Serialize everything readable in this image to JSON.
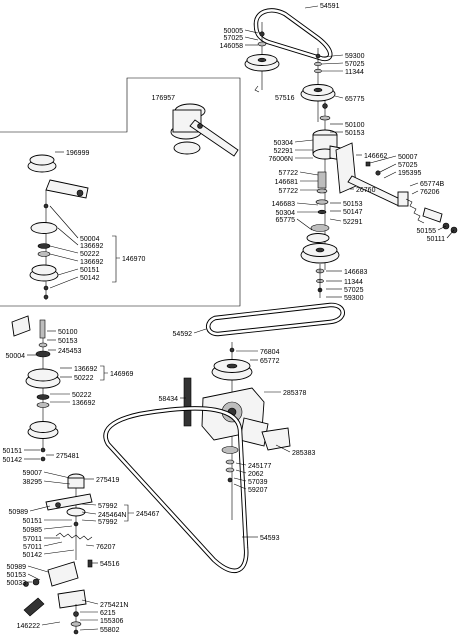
{
  "callouts": [
    {
      "id": "c01",
      "text": "54591"
    },
    {
      "id": "c02",
      "text": "50005"
    },
    {
      "id": "c03",
      "text": "57025"
    },
    {
      "id": "c04",
      "text": "146058"
    },
    {
      "id": "c05",
      "text": "59300"
    },
    {
      "id": "c06",
      "text": "57025"
    },
    {
      "id": "c07",
      "text": "11344"
    },
    {
      "id": "c08",
      "text": "57516"
    },
    {
      "id": "c09",
      "text": "65775"
    },
    {
      "id": "c10",
      "text": "176957"
    },
    {
      "id": "c11",
      "text": "50100"
    },
    {
      "id": "c12",
      "text": "50153"
    },
    {
      "id": "c13",
      "text": "50304"
    },
    {
      "id": "c14",
      "text": "52291"
    },
    {
      "id": "c15",
      "text": "76006N"
    },
    {
      "id": "c16",
      "text": "196999"
    },
    {
      "id": "c17",
      "text": "146662"
    },
    {
      "id": "c18",
      "text": "50007"
    },
    {
      "id": "c19",
      "text": "57025"
    },
    {
      "id": "c20",
      "text": "195395"
    },
    {
      "id": "c21",
      "text": "57722"
    },
    {
      "id": "c22",
      "text": "146681"
    },
    {
      "id": "c23",
      "text": "57722"
    },
    {
      "id": "c24",
      "text": "26760"
    },
    {
      "id": "c25",
      "text": "65774B"
    },
    {
      "id": "c26",
      "text": "76206"
    },
    {
      "id": "c27",
      "text": "146683"
    },
    {
      "id": "c28",
      "text": "50304"
    },
    {
      "id": "c29",
      "text": "65775"
    },
    {
      "id": "c30",
      "text": "50153"
    },
    {
      "id": "c31",
      "text": "50147"
    },
    {
      "id": "c32",
      "text": "52291"
    },
    {
      "id": "c33",
      "text": "50155"
    },
    {
      "id": "c34",
      "text": "50111"
    },
    {
      "id": "c35",
      "text": "50004"
    },
    {
      "id": "c36",
      "text": "136692"
    },
    {
      "id": "c37",
      "text": "50222"
    },
    {
      "id": "c38",
      "text": "136692"
    },
    {
      "id": "c39",
      "text": "50151"
    },
    {
      "id": "c40",
      "text": "50142"
    },
    {
      "id": "c41",
      "text": "146970"
    },
    {
      "id": "c42",
      "text": "146683"
    },
    {
      "id": "c43",
      "text": "11344"
    },
    {
      "id": "c44",
      "text": "57025"
    },
    {
      "id": "c45",
      "text": "59300"
    },
    {
      "id": "c46",
      "text": "50100"
    },
    {
      "id": "c47",
      "text": "50153"
    },
    {
      "id": "c48",
      "text": "245453"
    },
    {
      "id": "c49",
      "text": "50004"
    },
    {
      "id": "c50",
      "text": "54592"
    },
    {
      "id": "c51",
      "text": "76804"
    },
    {
      "id": "c52",
      "text": "65772"
    },
    {
      "id": "c53",
      "text": "136692"
    },
    {
      "id": "c54",
      "text": "50222"
    },
    {
      "id": "c55",
      "text": "146969"
    },
    {
      "id": "c56",
      "text": "285378"
    },
    {
      "id": "c57",
      "text": "58434"
    },
    {
      "id": "c58",
      "text": "50222"
    },
    {
      "id": "c59",
      "text": "136692"
    },
    {
      "id": "c60",
      "text": "50151"
    },
    {
      "id": "c61",
      "text": "50142"
    },
    {
      "id": "c62",
      "text": "275481"
    },
    {
      "id": "c63",
      "text": "285383"
    },
    {
      "id": "c64",
      "text": "245177"
    },
    {
      "id": "c65",
      "text": "2062"
    },
    {
      "id": "c66",
      "text": "57039"
    },
    {
      "id": "c67",
      "text": "59207"
    },
    {
      "id": "c68",
      "text": "59007"
    },
    {
      "id": "c69",
      "text": "38295"
    },
    {
      "id": "c70",
      "text": "275419"
    },
    {
      "id": "c71",
      "text": "57992"
    },
    {
      "id": "c72",
      "text": "245464N"
    },
    {
      "id": "c73",
      "text": "245467"
    },
    {
      "id": "c74",
      "text": "57992"
    },
    {
      "id": "c75",
      "text": "50989"
    },
    {
      "id": "c76",
      "text": "50151"
    },
    {
      "id": "c77",
      "text": "50985"
    },
    {
      "id": "c78",
      "text": "57011"
    },
    {
      "id": "c79",
      "text": "57011"
    },
    {
      "id": "c80",
      "text": "50142"
    },
    {
      "id": "c81",
      "text": "76207"
    },
    {
      "id": "c82",
      "text": "54593"
    },
    {
      "id": "c83",
      "text": "50989"
    },
    {
      "id": "c84",
      "text": "50153"
    },
    {
      "id": "c85",
      "text": "50033"
    },
    {
      "id": "c86",
      "text": "54516"
    },
    {
      "id": "c87",
      "text": "275421N"
    },
    {
      "id": "c88",
      "text": "6215"
    },
    {
      "id": "c89",
      "text": "155306"
    },
    {
      "id": "c90",
      "text": "146222"
    },
    {
      "id": "c91",
      "text": "55802"
    }
  ]
}
